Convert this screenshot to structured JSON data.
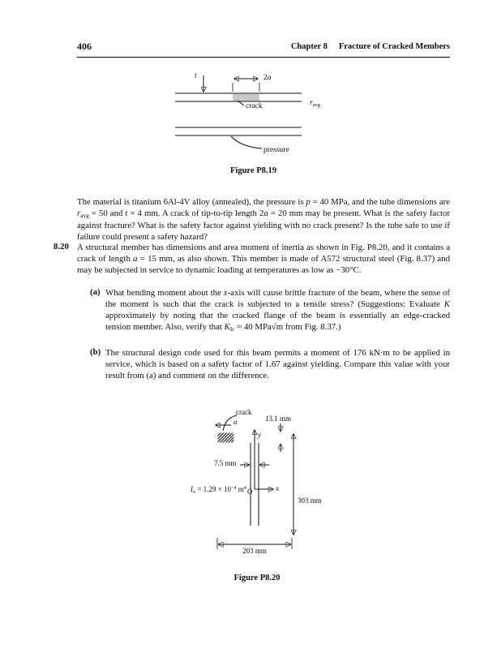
{
  "header": {
    "page_number": "406",
    "chapter_label": "Chapter 8",
    "chapter_title": "Fracture of Cracked Members"
  },
  "figures": {
    "p819": {
      "caption": "Figure P8.19",
      "labels": {
        "thickness": [
          {
            "t": "t",
            "f": "i"
          }
        ],
        "crack_length": [
          {
            "t": "2"
          },
          {
            "t": "a",
            "f": "i"
          }
        ],
        "crack": "crack",
        "radius": [
          {
            "t": "r",
            "f": "i"
          },
          {
            "t": "avg",
            "f": "sub"
          }
        ],
        "pressure": "pressure"
      }
    },
    "p820": {
      "caption": "Figure P8.20",
      "labels": {
        "crack": "crack",
        "crack_length": [
          {
            "t": "a",
            "f": "i"
          }
        ],
        "flange_thickness": "13.1 mm",
        "y_axis": [
          {
            "t": "y",
            "f": "i"
          }
        ],
        "web_thickness": "7.5 mm",
        "moment_of_inertia": [
          {
            "t": "I",
            "f": "i"
          },
          {
            "t": "x",
            "f": "sub"
          },
          {
            "t": " = 1.29 × 10"
          },
          {
            "t": "−4",
            "f": "sup"
          },
          {
            "t": " m"
          },
          {
            "t": "4",
            "f": "sup"
          }
        ],
        "origin": "O",
        "x_axis": [
          {
            "t": "x",
            "f": "i"
          }
        ],
        "depth": "303 mm",
        "width": "203 mm"
      }
    }
  },
  "problems": {
    "p819_continuation": [
      {
        "t": "The material is titanium 6Al-4V alloy (annealed), the pressure is "
      },
      {
        "t": "p",
        "f": "i"
      },
      {
        "t": " = 40 MPa, and the tube dimensions are "
      },
      {
        "t": "r",
        "f": "i"
      },
      {
        "t": "avg",
        "f": "sub"
      },
      {
        "t": " = 50 and "
      },
      {
        "t": "t",
        "f": "i"
      },
      {
        "t": " = 4 mm. A crack of tip-to-tip length 2"
      },
      {
        "t": "a",
        "f": "i"
      },
      {
        "t": " = 20 mm may be present. What is the safety factor against fracture? What is the safety factor against yielding with no crack present? Is the tube safe to use if failure could present a safety hazard?"
      }
    ],
    "p820": {
      "number": "8.20",
      "intro": [
        {
          "t": "A structural member has dimensions and area moment of inertia as shown in Fig. P8.20, and it contains a crack of length "
        },
        {
          "t": "a",
          "f": "i"
        },
        {
          "t": " = 15 mm, as also shown. This member is made of A572 structural steel (Fig. 8.37) and may be subjected in service to dynamic loading at temperatures as low as −30°C."
        }
      ],
      "items": [
        {
          "label": "(a)",
          "text": [
            {
              "t": "What bending moment about the "
            },
            {
              "t": "x",
              "f": "i"
            },
            {
              "t": "-axis will cause brittle fracture of the beam, where the sense of the moment is such that the crack is subjected to a tensile stress? (Suggestions: Evaluate "
            },
            {
              "t": "K",
              "f": "i"
            },
            {
              "t": " approximately by noting that the cracked flange of the beam is essentially an edge-cracked tension member. Also, verify that "
            },
            {
              "t": "K",
              "f": "i"
            },
            {
              "t": "Ic",
              "f": "sub"
            },
            {
              "t": " ≈ 40 MPa√m from Fig. 8.37.)"
            }
          ]
        },
        {
          "label": "(b)",
          "text": [
            {
              "t": "The structural design code used for this beam permits a moment of 176 kN·m to be applied in service, which is based on a safety factor of 1.67 against yielding. Compare this value with your result from (a) and comment on the difference."
            }
          ]
        }
      ]
    }
  }
}
